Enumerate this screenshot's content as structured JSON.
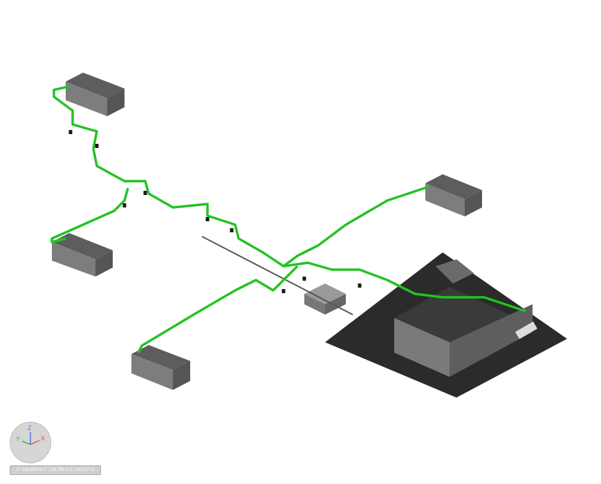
{
  "viewport": {
    "coordinates": "X: -184,600 m  Y: -116,799 m  Z: 130,147 m"
  },
  "gizmo": {
    "x_label": "X",
    "y_label": "Y",
    "z_label": "Z",
    "x_color": "#d9534f",
    "y_color": "#3cb371",
    "z_color": "#5a6fd6"
  },
  "colors": {
    "pipe": "#22c322",
    "building": "#6e6e6e",
    "platform": "#2a2a2a"
  }
}
